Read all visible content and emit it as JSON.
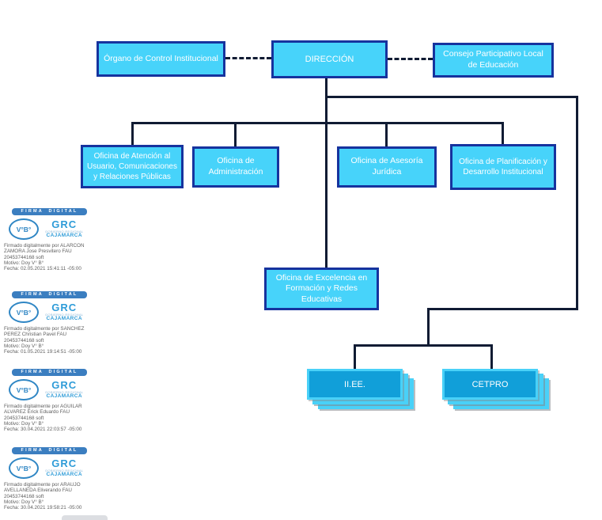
{
  "colors": {
    "node_fill": "#47d3fa",
    "node_border": "#16339e",
    "connector": "#101b33",
    "stack_front_fill": "#119fd9",
    "stack_back_fill": "#49d1f8",
    "stamp_bar_bg": "#3b7ec0",
    "seal_blue": "#2f86c4",
    "grc_blue": "#2f9cd8"
  },
  "chart": {
    "type": "org-chart",
    "nodes": [
      {
        "id": "organo-control",
        "label": "Órgano de Control Institucional"
      },
      {
        "id": "direccion",
        "label": "DIRECCIÓN"
      },
      {
        "id": "consejo",
        "label": "Consejo Participativo Local de Educación"
      },
      {
        "id": "atencion",
        "label": "Oficina de Atención al Usuario, Comunicaciones y Relaciones Públicas"
      },
      {
        "id": "administracion",
        "label": "Oficina de Administración"
      },
      {
        "id": "asesoria",
        "label": "Oficina de Asesoría Jurídica"
      },
      {
        "id": "planificacion",
        "label": "Oficina de Planificación y Desarrollo Institucional"
      },
      {
        "id": "excelencia",
        "label": "Oficina de Excelencia en Formación y Redes Educativas"
      },
      {
        "id": "iiee",
        "label": "II.EE."
      },
      {
        "id": "cetpro",
        "label": "CETPRO"
      }
    ],
    "edges": [
      {
        "from": "direccion",
        "to": "organo-control",
        "style": "dashed"
      },
      {
        "from": "direccion",
        "to": "consejo",
        "style": "dashed"
      },
      {
        "from": "direccion",
        "to": "atencion",
        "style": "solid"
      },
      {
        "from": "direccion",
        "to": "administracion",
        "style": "solid"
      },
      {
        "from": "direccion",
        "to": "asesoria",
        "style": "solid"
      },
      {
        "from": "direccion",
        "to": "planificacion",
        "style": "solid"
      },
      {
        "from": "direccion",
        "to": "excelencia",
        "style": "solid"
      },
      {
        "from": "direccion",
        "to": "iiee",
        "style": "solid"
      },
      {
        "from": "direccion",
        "to": "cetpro",
        "style": "solid"
      }
    ]
  },
  "stamps": [
    {
      "header": "FIRMA DIGITAL",
      "seal": "V°B°",
      "logo": {
        "acronym": "GRC",
        "line1": "GOBIERNO REGIONAL",
        "line2": "CAJAMARCA"
      },
      "lines": [
        "Firmado digitalmente por ALARCON",
        "ZAMORA Jose Presvitero FAU",
        "20453744168 soft",
        "Motivo: Doy V° B°",
        "Fecha: 02.05.2021 15:41:11 -05:00"
      ]
    },
    {
      "header": "FIRMA DIGITAL",
      "seal": "V°B°",
      "logo": {
        "acronym": "GRC",
        "line1": "GOBIERNO REGIONAL",
        "line2": "CAJAMARCA"
      },
      "lines": [
        "Firmado digitalmente por SANCHEZ",
        "PEREZ Christian Pavel FAU",
        "20453744168 soft",
        "Motivo: Doy V° B°",
        "Fecha: 01.05.2021 19:14:51 -05:00"
      ]
    },
    {
      "header": "FIRMA DIGITAL",
      "seal": "V°B°",
      "logo": {
        "acronym": "GRC",
        "line1": "GOBIERNO REGIONAL",
        "line2": "CAJAMARCA"
      },
      "lines": [
        "Firmado digitalmente por AGUILAR",
        "ALVAREZ Erick Eduardo FAU",
        "20453744168 soft",
        "Motivo: Doy V° B°",
        "Fecha: 30.04.2021 22:03:57 -05:00"
      ]
    },
    {
      "header": "FIRMA DIGITAL",
      "seal": "V°B°",
      "logo": {
        "acronym": "GRC",
        "line1": "GOBIERNO REGIONAL",
        "line2": "CAJAMARCA"
      },
      "lines": [
        "Firmado digitalmente por ARAUJO",
        "AVELLANEDA Eliverando FAU",
        "20453744168 soft",
        "Motivo: Doy V° B°",
        "Fecha: 30.04.2021 19:58:21 -05:00"
      ]
    }
  ]
}
